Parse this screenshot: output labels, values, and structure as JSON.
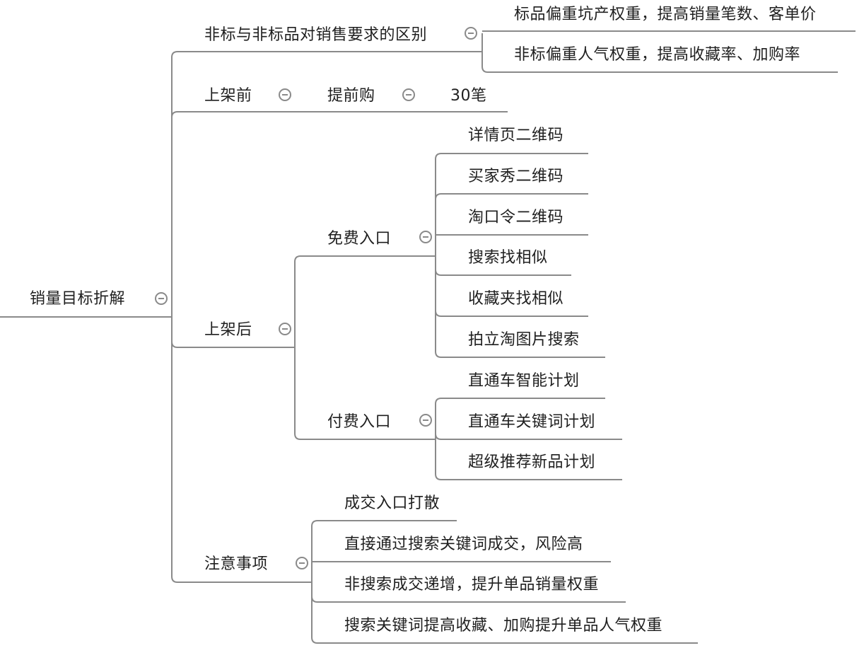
{
  "mindmap": {
    "root": "销量目标折解",
    "branches": [
      {
        "label": "非标与非标品对销售要求的区别",
        "children": [
          {
            "label": "标品偏重坑产权重，提高销量笔数、客单价"
          },
          {
            "label": "非标偏重人气权重，提高收藏率、加购率"
          }
        ]
      },
      {
        "label": "上架前",
        "children": [
          {
            "label": "提前购",
            "children": [
              {
                "label": "30笔"
              }
            ]
          }
        ]
      },
      {
        "label": "上架后",
        "children": [
          {
            "label": "免费入口",
            "children": [
              {
                "label": "详情页二维码"
              },
              {
                "label": "买家秀二维码"
              },
              {
                "label": "淘口令二维码"
              },
              {
                "label": "搜索找相似"
              },
              {
                "label": "收藏夹找相似"
              },
              {
                "label": "拍立淘图片搜索"
              }
            ]
          },
          {
            "label": "付费入口",
            "children": [
              {
                "label": "直通车智能计划"
              },
              {
                "label": "直通车关键词计划"
              },
              {
                "label": "超级推荐新品计划"
              }
            ]
          }
        ]
      },
      {
        "label": "注意事项",
        "children": [
          {
            "label": "成交入口打散"
          },
          {
            "label": "直接通过搜索关键词成交，风险高"
          },
          {
            "label": "非搜索成交递增，提升单品销量权重"
          },
          {
            "label": "搜索关键词提高收藏、加购提升单品人气权重"
          }
        ]
      }
    ]
  },
  "colors": {
    "line": "#8a8a8a",
    "text": "#1f1f1f",
    "background": "#ffffff"
  }
}
